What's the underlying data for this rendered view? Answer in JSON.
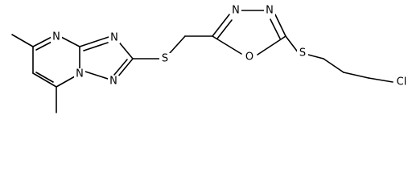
{
  "molecule": {
    "atom_labels": {
      "n_pyrimidine_top": "N",
      "n_triazole_top": "N",
      "n_bridge": "N",
      "n_triazole_bottom": "N",
      "s_linker_1": "S",
      "n_oxadiazole_left": "N",
      "n_oxadiazole_right": "N",
      "o_oxadiazole": "O",
      "s_linker_2": "S",
      "cl": "Cl"
    },
    "colors": {
      "bond": "#000000",
      "label": "#000000",
      "background": "#ffffff"
    }
  }
}
